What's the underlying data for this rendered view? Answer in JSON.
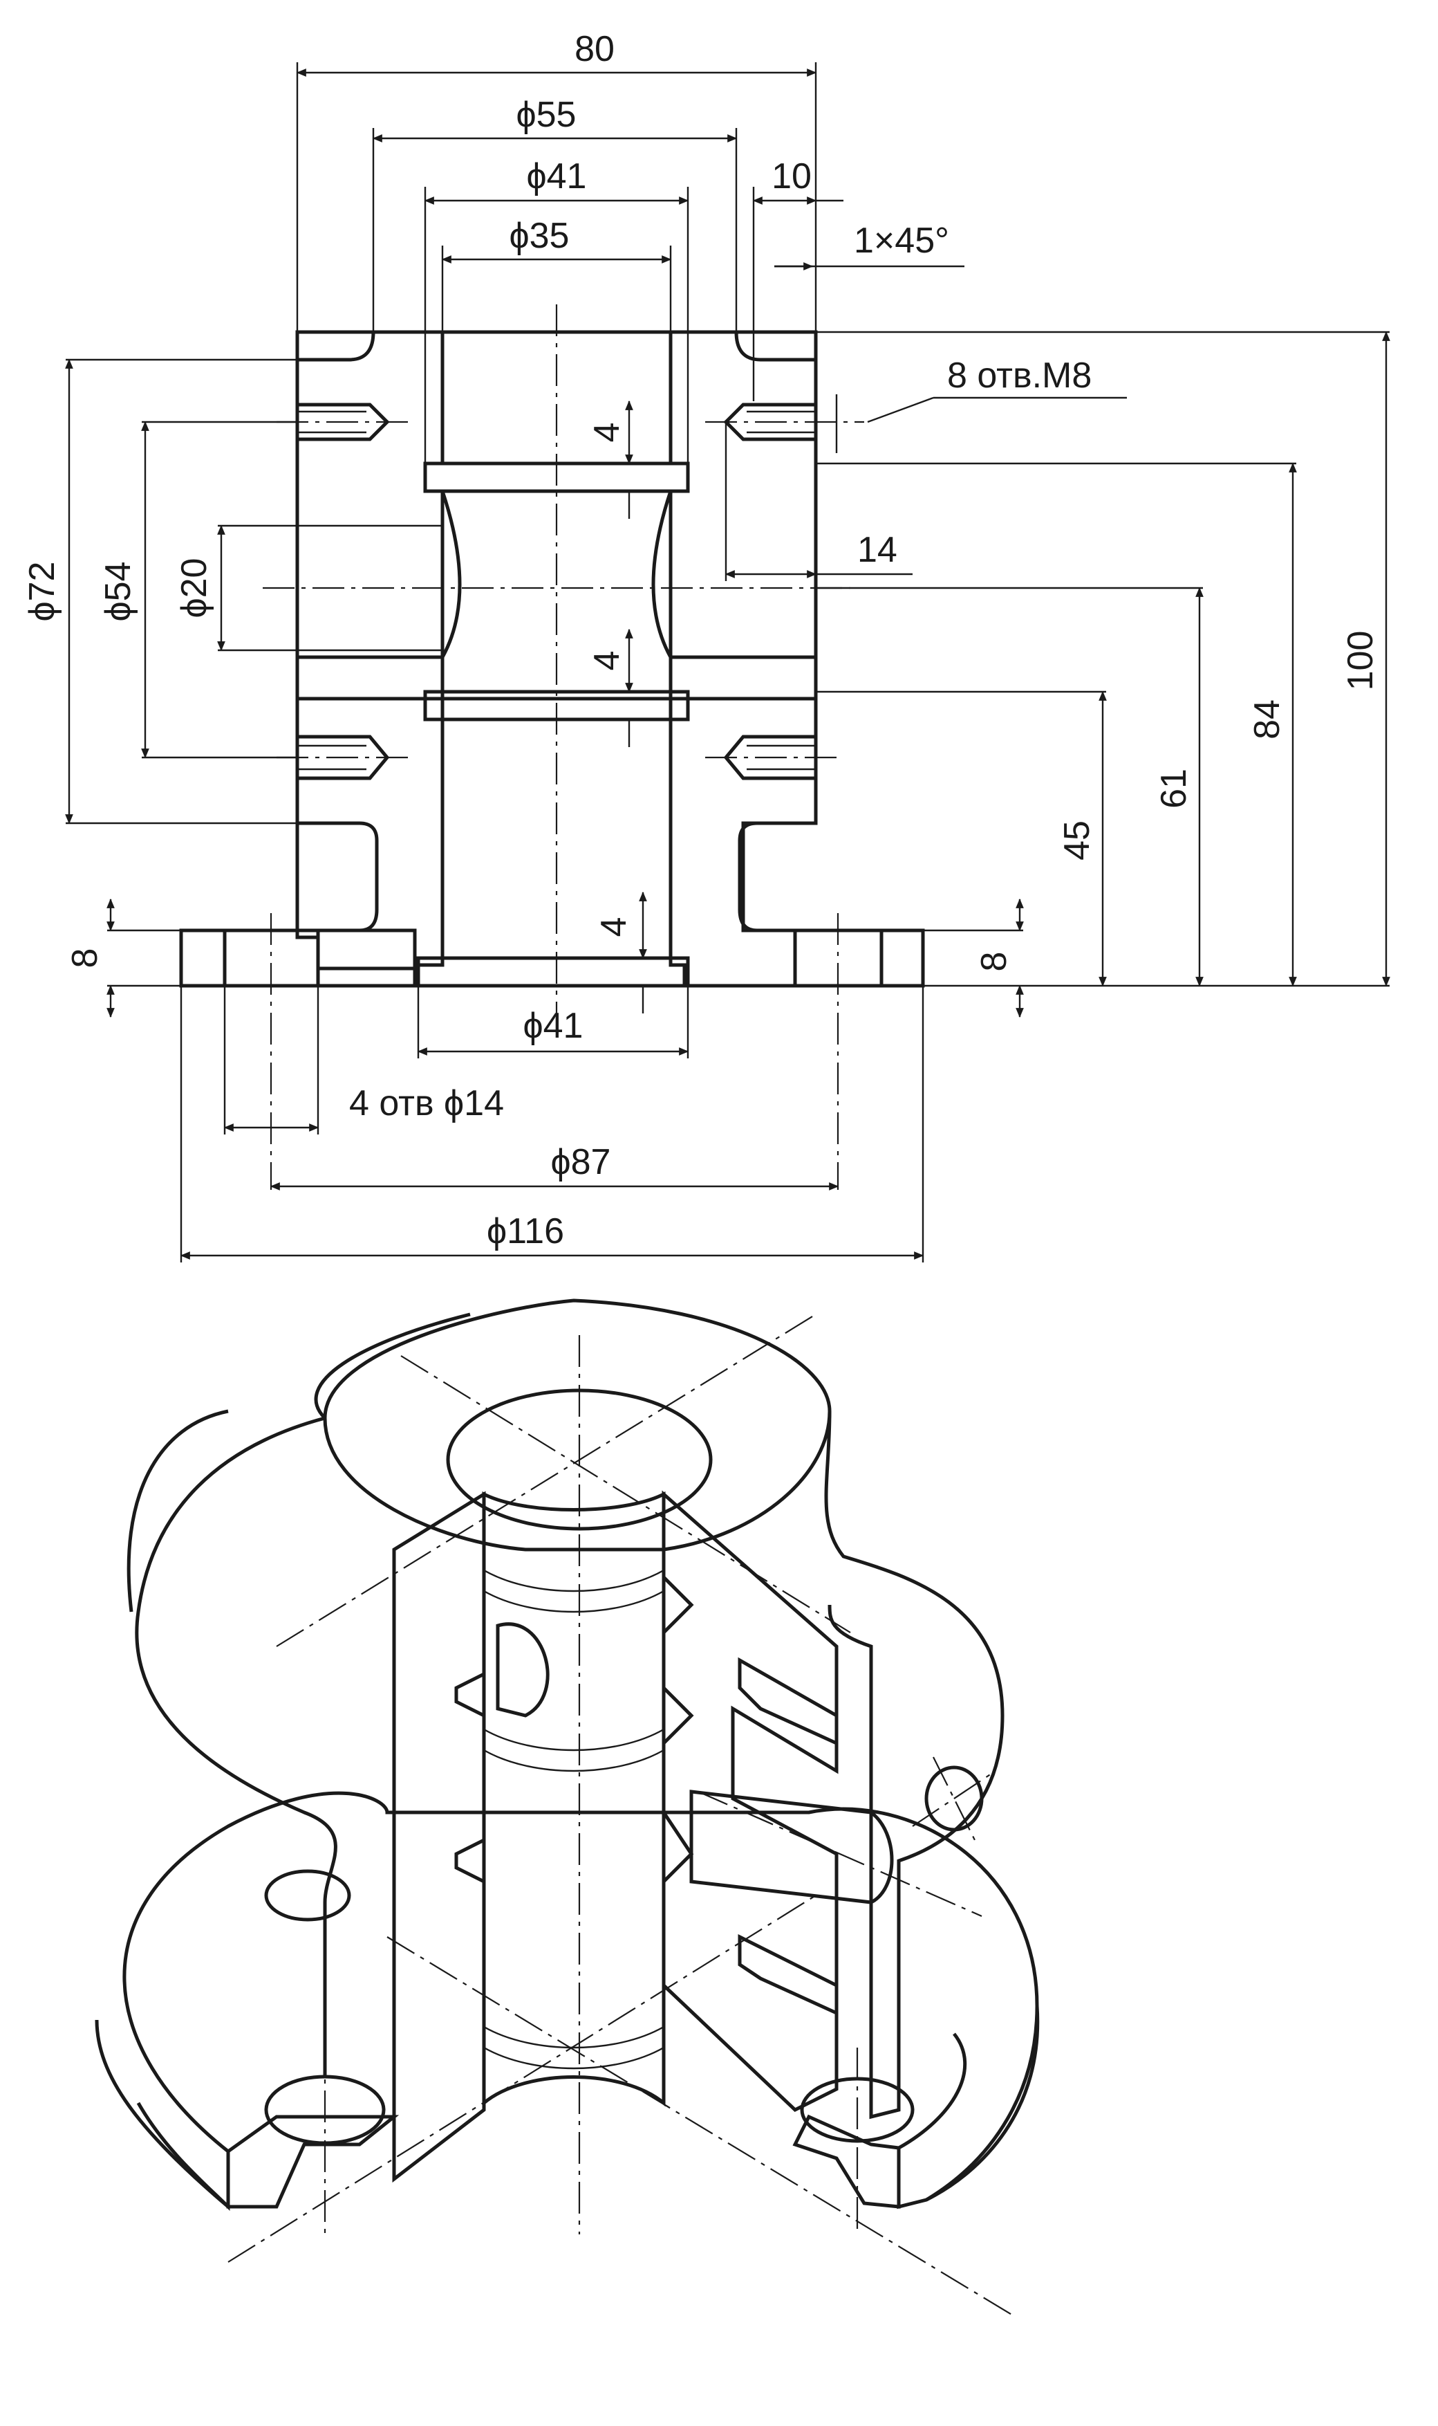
{
  "drawing": {
    "section_view": {
      "dims": {
        "overall_width": "80",
        "d55": "ϕ55",
        "d41_top": "ϕ41",
        "d35": "ϕ35",
        "w10": "10",
        "chamfer": "1×45°",
        "threaded_holes": "8 отв.М8",
        "d72": "ϕ72",
        "d54": "ϕ54",
        "d20": "ϕ20",
        "groove_top": "4",
        "groove_mid": "4",
        "groove_bot": "4",
        "depth14": "14",
        "h100": "100",
        "h84": "84",
        "h61": "61",
        "h45": "45",
        "flange_left": "8",
        "flange_right": "8",
        "d41_bottom": "ϕ41",
        "through_holes": "4 отв ϕ14",
        "d87": "ϕ87",
        "d116": "ϕ116"
      }
    },
    "isometric_view": {}
  }
}
